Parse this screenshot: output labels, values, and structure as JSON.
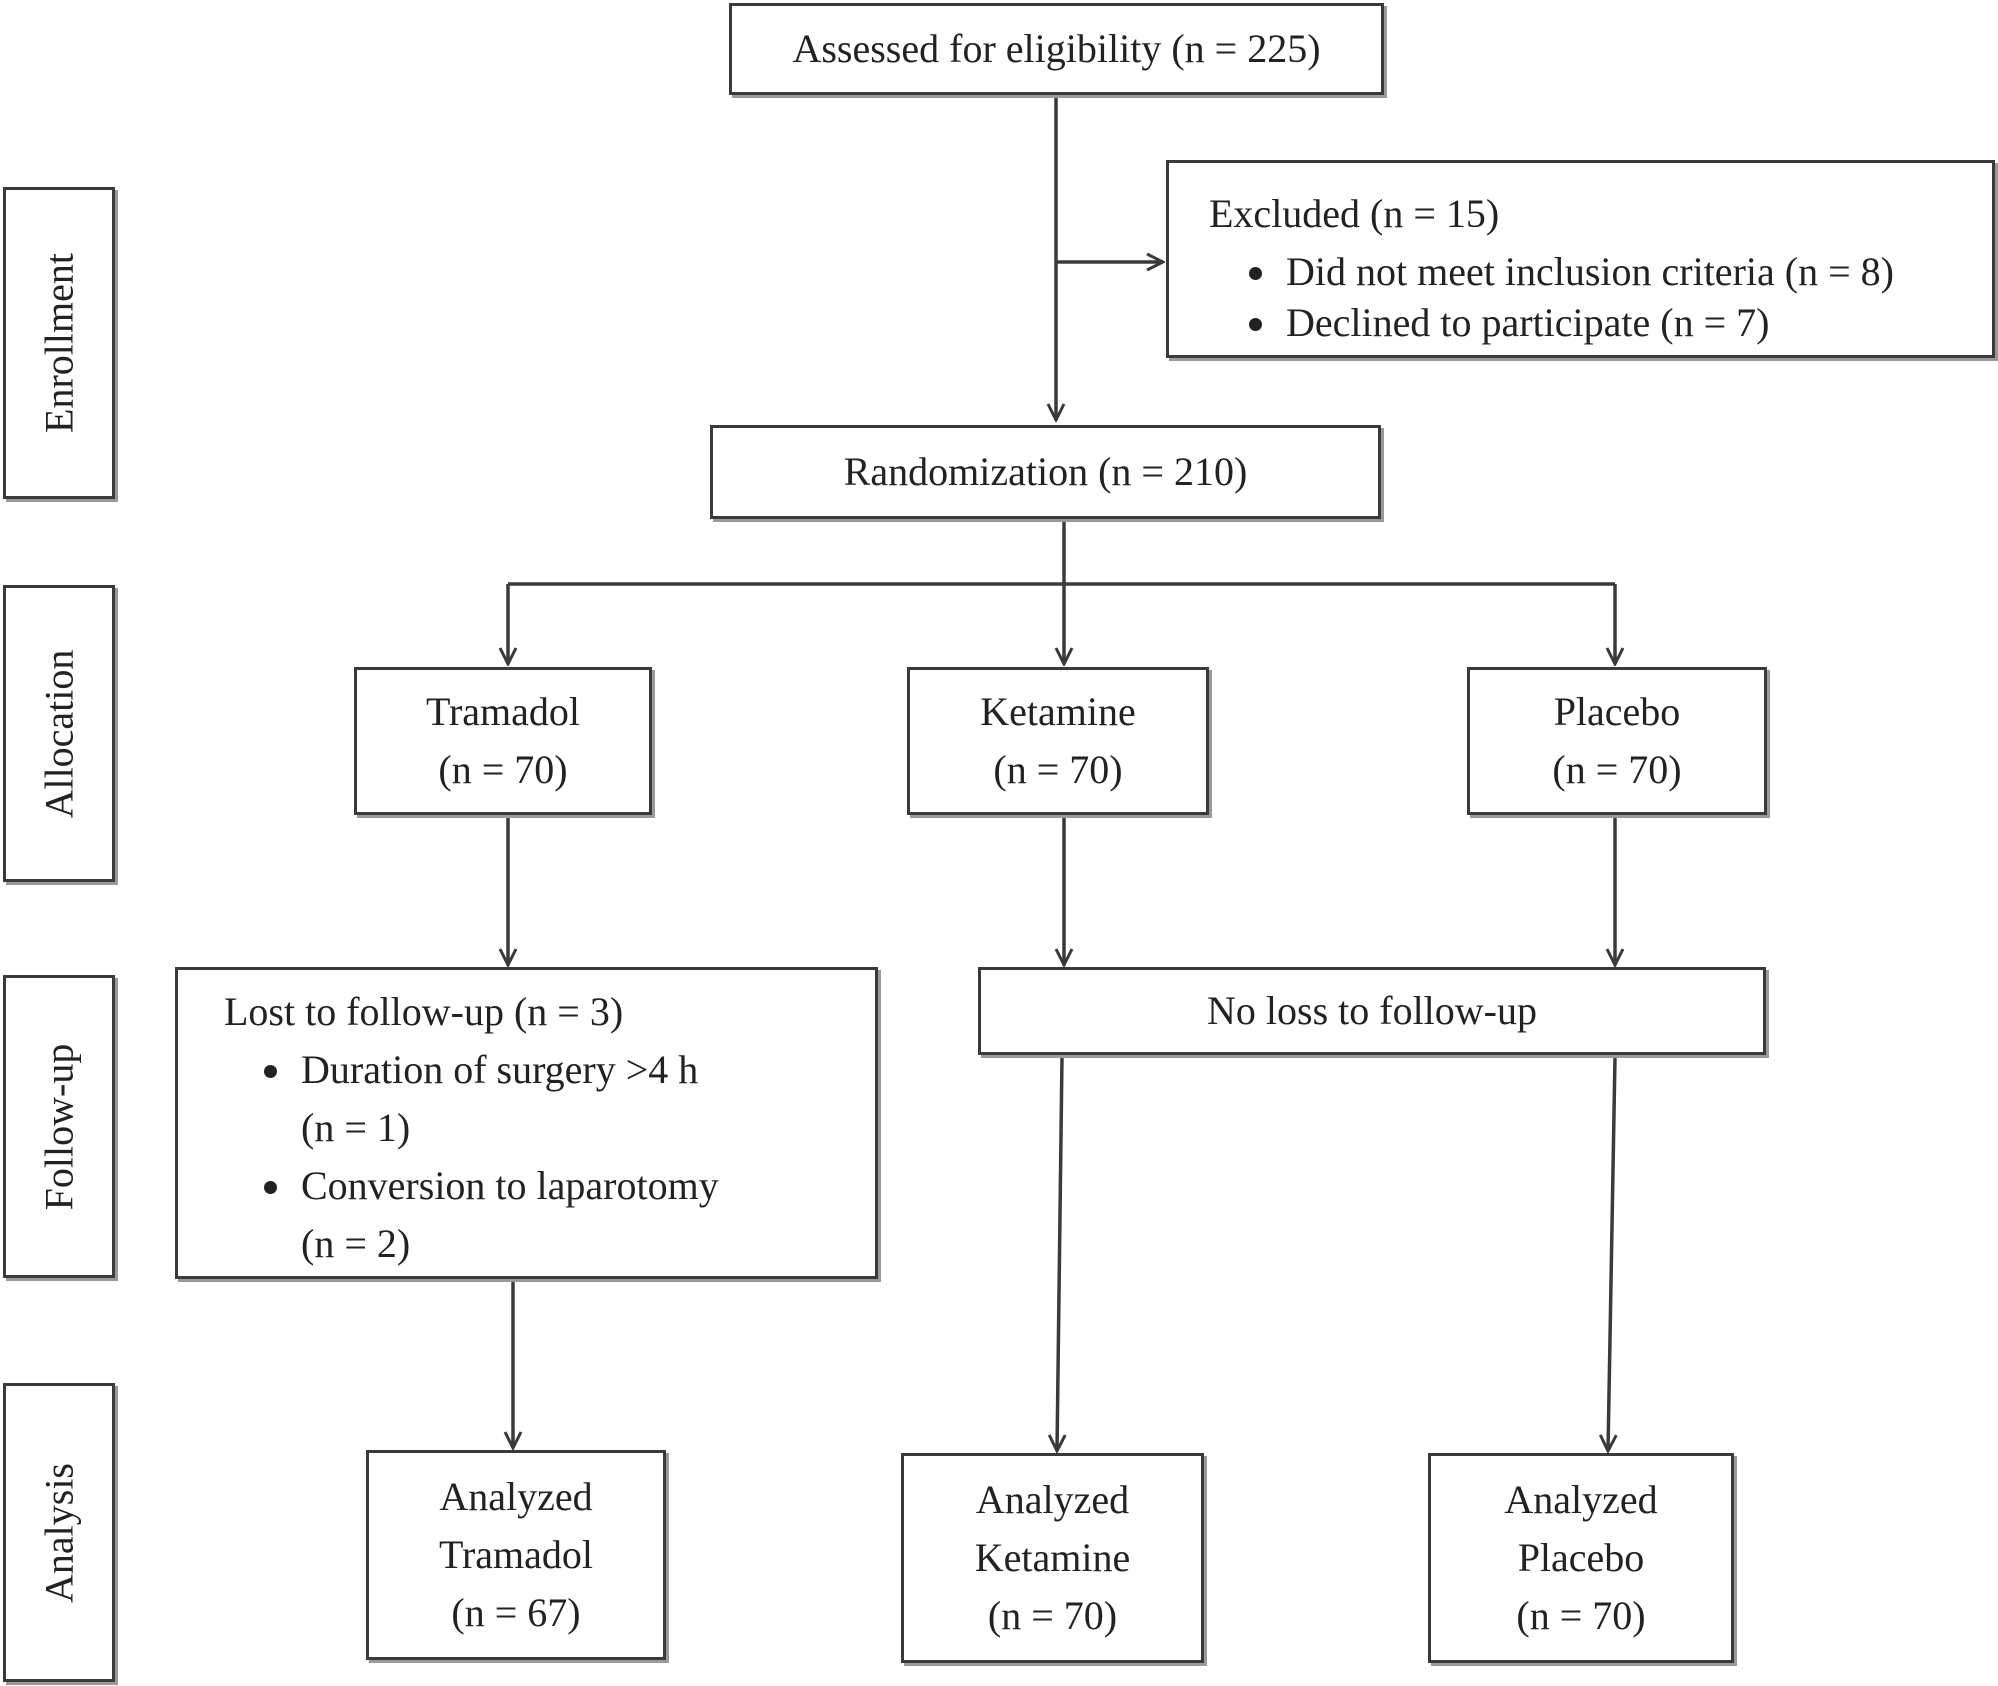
{
  "stages": {
    "enrollment": "Enrollment",
    "allocation": "Allocation",
    "followup": "Follow-up",
    "analysis": "Analysis"
  },
  "assessed": "Assessed for eligibility (n = 225)",
  "excluded": {
    "title": "Excluded (n = 15)",
    "items": [
      "Did not meet inclusion criteria (n = 8)",
      "Declined to participate (n = 7)"
    ]
  },
  "randomization": "Randomization (n = 210)",
  "allocation": [
    {
      "name": "Tramadol",
      "n": "(n = 70)"
    },
    {
      "name": "Ketamine",
      "n": "(n = 70)"
    },
    {
      "name": "Placebo",
      "n": "(n = 70)"
    }
  ],
  "lost": {
    "title": "Lost to follow-up (n = 3)",
    "items": [
      {
        "label": "Duration of surgery >4 h",
        "n": "(n = 1)"
      },
      {
        "label": "Conversion to laparotomy",
        "n": "(n = 2)"
      }
    ]
  },
  "no_loss": "No loss to follow-up",
  "analysis": [
    {
      "label": "Analyzed",
      "name": "Tramadol",
      "n": "(n = 67)"
    },
    {
      "label": "Analyzed",
      "name": "Ketamine",
      "n": "(n = 70)"
    },
    {
      "label": "Analyzed",
      "name": "Placebo",
      "n": "(n = 70)"
    }
  ]
}
